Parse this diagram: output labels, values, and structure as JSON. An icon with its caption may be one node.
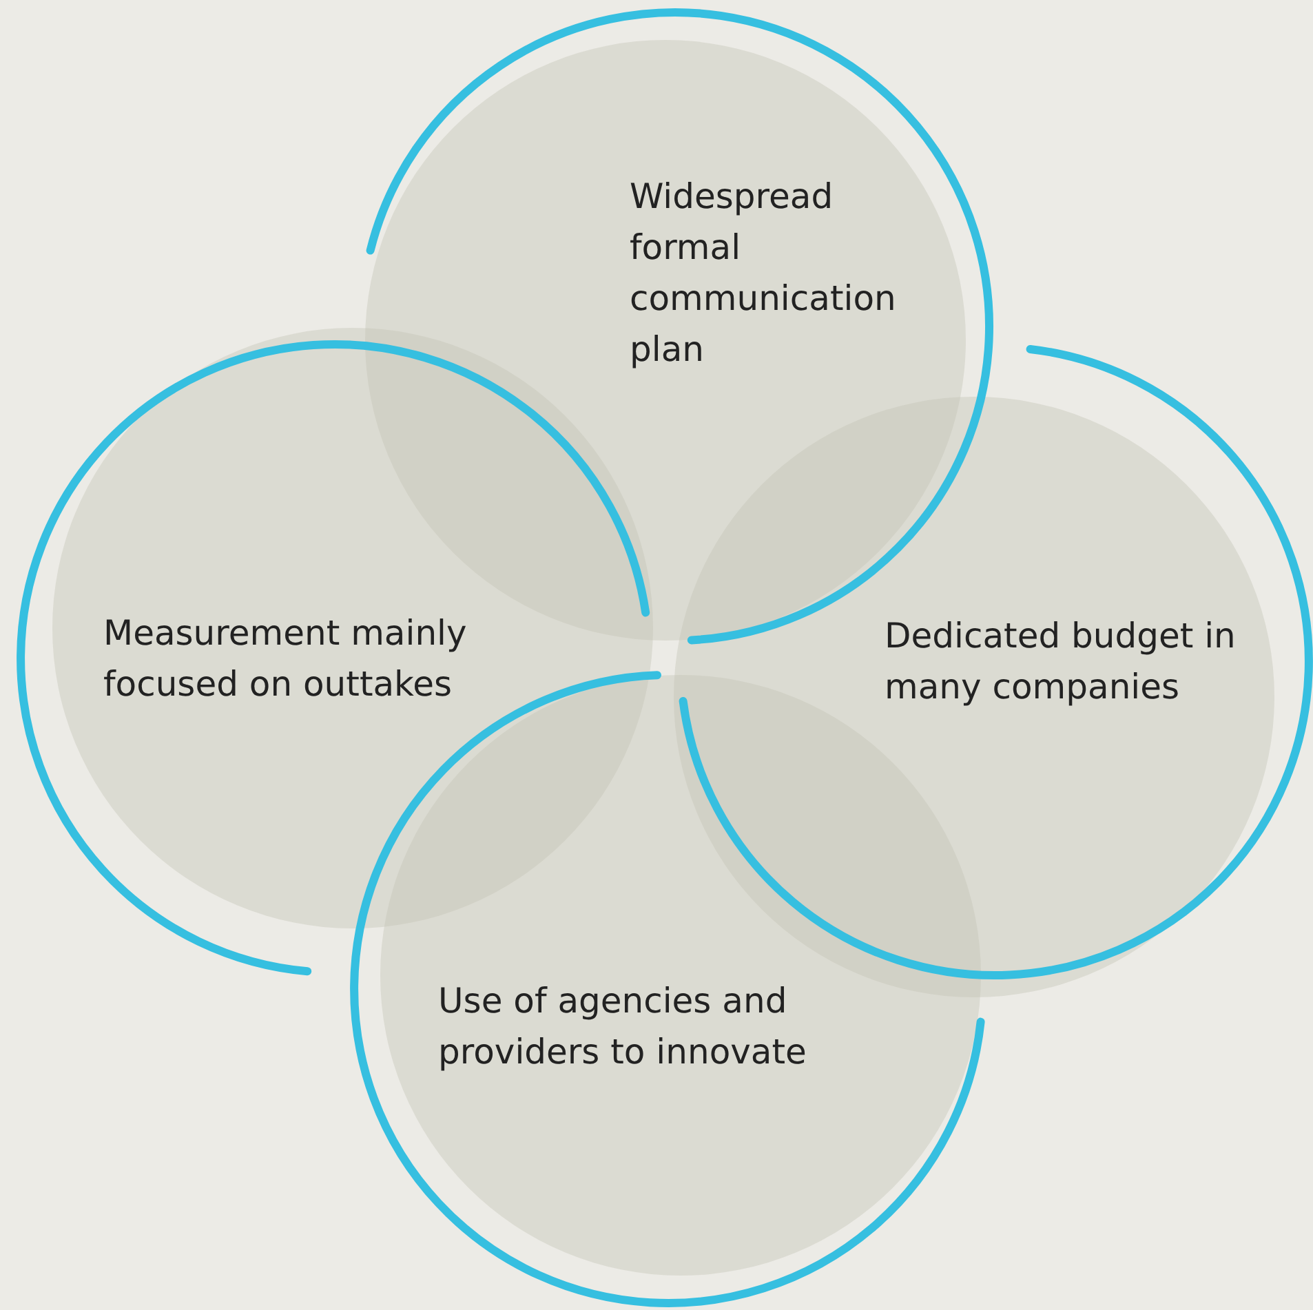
{
  "diagram": {
    "nodes": [
      {
        "text": [
          "Widespread formal communication plan"
        ]
      },
      {
        "text": [
          "Measurement mainly focused on outtakes"
        ]
      },
      {
        "text": [
          "Dedicated budget in many companies"
        ]
      },
      {
        "text": [
          "Use of agencies and providers to innovate"
        ]
      }
    ]
  }
}
